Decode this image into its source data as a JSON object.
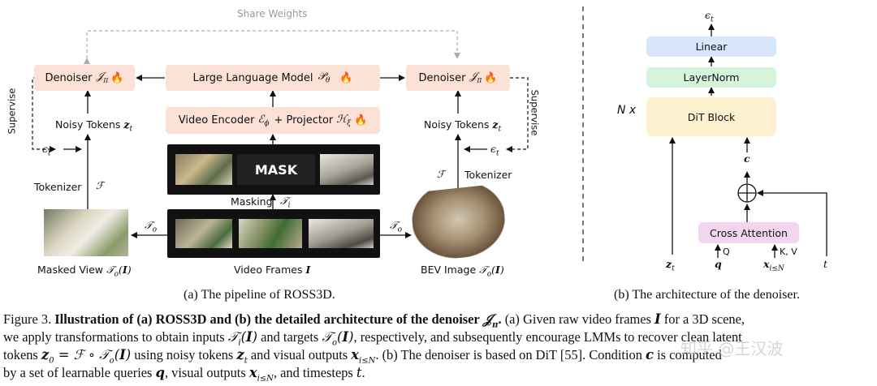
{
  "pipeline": {
    "share_weights": "Share Weights",
    "denoiser_left": "Denoiser",
    "denoiser_right": "Denoiser",
    "llm": "Large Language Model",
    "video_encoder": "Video Encoder",
    "plus_projector": "+ Projector",
    "noisy_tokens_left": "Noisy Tokens",
    "noisy_tokens_right": "Noisy Tokens",
    "supervise_left": "Supervise",
    "supervise_right": "Supervise",
    "tokenizer_left": "Tokenizer",
    "tokenizer_right": "Tokenizer",
    "mask": "MASK",
    "masking": "Masking",
    "masked_view": "Masked View",
    "video_frames": "Video Frames",
    "bev_image": "BEV Image",
    "caption": "(a) The pipeline of ROSS3D."
  },
  "denoiser_arch": {
    "linear": "Linear",
    "layernorm": "LayerNorm",
    "dit_block": "DiT Block",
    "n_x": "N x",
    "cross_attention": "Cross Attention",
    "q": "Q",
    "kv": "K, V",
    "caption": "(b) The architecture of the denoiser."
  },
  "figure_caption": {
    "line1_prefix": "Figure 3.",
    "line1_bold": "Illustration of (a) ROSS3D and (b) the detailed architecture of the denoiser",
    "line1_rest": "(a) Given raw video frames",
    "line1_tail": "for a 3D scene,",
    "line2": "we apply transformations to obtain inputs",
    "line2_b": "and targets",
    "line2_c": ", respectively, and subsequently encourage LMMs to recover clean latent",
    "line3_a": "tokens",
    "line3_b": "using noisy tokens",
    "line3_c": "and visual outputs",
    "line3_d": ". (b) The denoiser is based on DiT [55]. Condition",
    "line3_e": "is computed",
    "line4_a": "by a set of learnable queries",
    "line4_b": ", visual outputs",
    "line4_c": ", and timesteps"
  },
  "watermark": "知乎 @王汉波",
  "colors": {
    "pink_box": "#fbe1d6",
    "linear_box": "#d8e6fb",
    "layernorm_box": "#d6f3dc",
    "dit_box": "#fdf1d0",
    "cross_attn_box": "#f2d6f0",
    "flame": "#e8442a"
  }
}
